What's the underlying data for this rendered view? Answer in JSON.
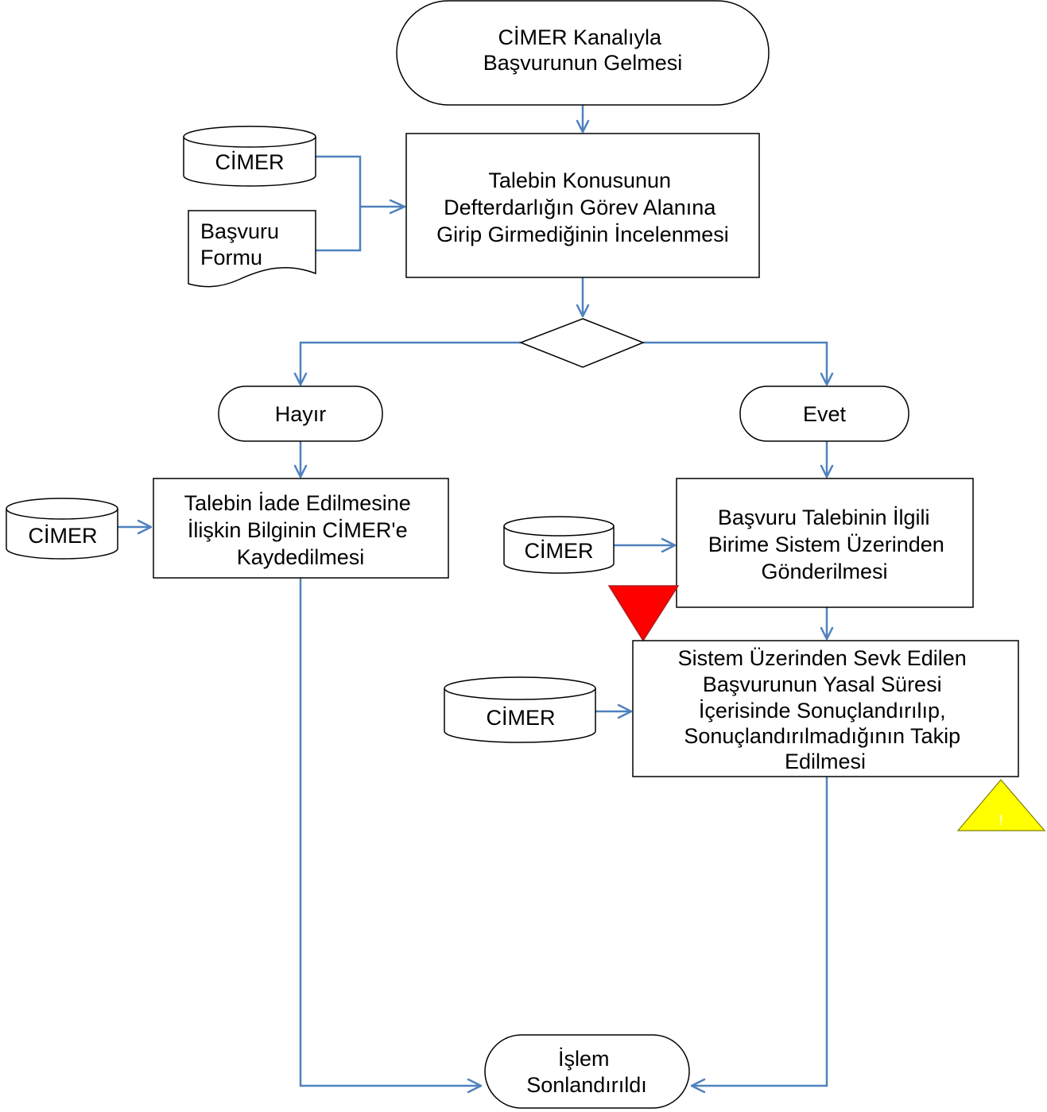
{
  "colors": {
    "connector": "#4f81bd",
    "outline": "#000000",
    "warning_red": "#ff0000",
    "caution_yellow": "#ffff00",
    "caution_mark": "#ffffff"
  },
  "nodes": {
    "start": {
      "lines": [
        "CİMER Kanalıyla",
        "Başvurunun Gelmesi"
      ]
    },
    "review": {
      "lines": [
        "Talebin Konusunun",
        "Defterdarlığın Görev Alanına",
        "Girip Girmediğinin İncelenmesi"
      ]
    },
    "input_cimer": {
      "label": "CİMER"
    },
    "input_form": {
      "lines": [
        "Başvuru",
        "Formu"
      ]
    },
    "decision": {
      "lines": []
    },
    "no_branch": {
      "label": "Hayır"
    },
    "yes_branch": {
      "label": "Evet"
    },
    "return_record": {
      "lines": [
        "Talebin İade Edilmesine",
        "İlişkin Bilginin CİMER'e",
        "Kaydedilmesi"
      ]
    },
    "return_cimer": {
      "label": "CİMER"
    },
    "forward_unit": {
      "lines": [
        "Başvuru Talebinin İlgili",
        "Birime Sistem Üzerinden",
        "Gönderilmesi"
      ]
    },
    "forward_cimer": {
      "label": "CİMER"
    },
    "track": {
      "lines": [
        "Sistem Üzerinden Sevk Edilen",
        "Başvurunun Yasal Süresi",
        "İçerisinde Sonuçlandırılıp,",
        "Sonuçlandırılmadığının Takip",
        "Edilmesi"
      ]
    },
    "track_cimer": {
      "label": "CİMER"
    },
    "end": {
      "lines": [
        "İşlem",
        "Sonlandırıldı"
      ]
    },
    "caution": {
      "label": "!"
    }
  }
}
